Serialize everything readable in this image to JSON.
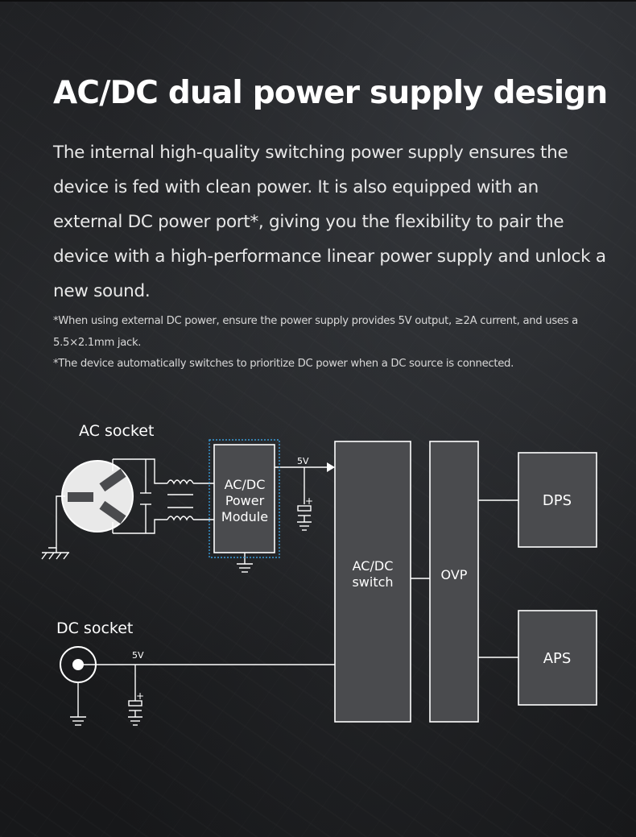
{
  "title": "AC/DC dual power supply design",
  "description": "The internal high-quality switching power supply ensures the device is fed with clean power. It is also equipped with an external DC power port*, giving you the flexibility to pair the device with a high-performance linear power supply and unlock a new sound.",
  "notes": [
    "*When using external DC power, ensure the power supply provides 5V output, ≥2A current, and uses a 5.5×2.1mm jack.",
    "*The device automatically switches to prioritize DC power when a DC source is connected."
  ],
  "diagram": {
    "ac_socket_label": "AC socket",
    "dc_socket_label": "DC socket",
    "module_line1": "AC/DC",
    "module_line2": "Power",
    "module_line3": "Module",
    "voltage_ac": "5V",
    "voltage_dc": "5V",
    "switch_line1": "AC/DC",
    "switch_line2": "switch",
    "ovp_label": "OVP",
    "dps_label": "DPS",
    "aps_label": "APS",
    "cap_plus_ac": "+",
    "cap_plus_dc": "+"
  },
  "colors": {
    "block_fill": "#4a4b4e",
    "line": "#ffffff",
    "highlight_border": "#3a9bd8",
    "background": "#1b1c1e"
  }
}
